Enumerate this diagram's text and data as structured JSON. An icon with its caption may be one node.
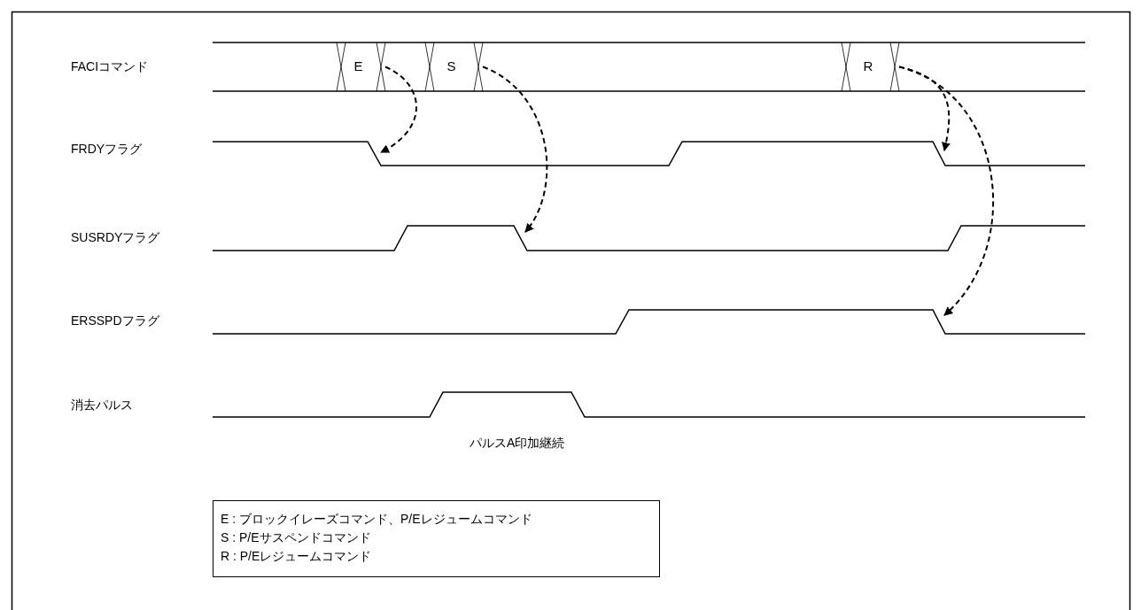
{
  "diagram": {
    "nodes": [
      {
        "text": [
          "E"
        ]
      },
      {
        "text": [
          "S"
        ]
      },
      {
        "text": [
          "R"
        ]
      },
      {
        "text": [
          "E : ブロックイレーズコマンド、P/Eレジュームコマンド",
          "S : P/Eサスペンドコマンド",
          "R : P/Eレジュームコマンド"
        ]
      }
    ],
    "edges": [
      {
        "from": 0,
        "to": null,
        "arrow": "to",
        "style": "dashed"
      },
      {
        "from": 1,
        "to": null,
        "arrow": "to",
        "style": "dashed"
      },
      {
        "from": 2,
        "to": null,
        "arrow": "to",
        "style": "dashed"
      },
      {
        "from": 2,
        "to": null,
        "arrow": "to",
        "style": "dashed"
      }
    ],
    "labels": [
      "FACIコマンド",
      "FRDYフラグ",
      "SUSRDYフラグ",
      "ERSSPDフラグ",
      "消去パルス",
      "パルスA印加継続"
    ]
  }
}
